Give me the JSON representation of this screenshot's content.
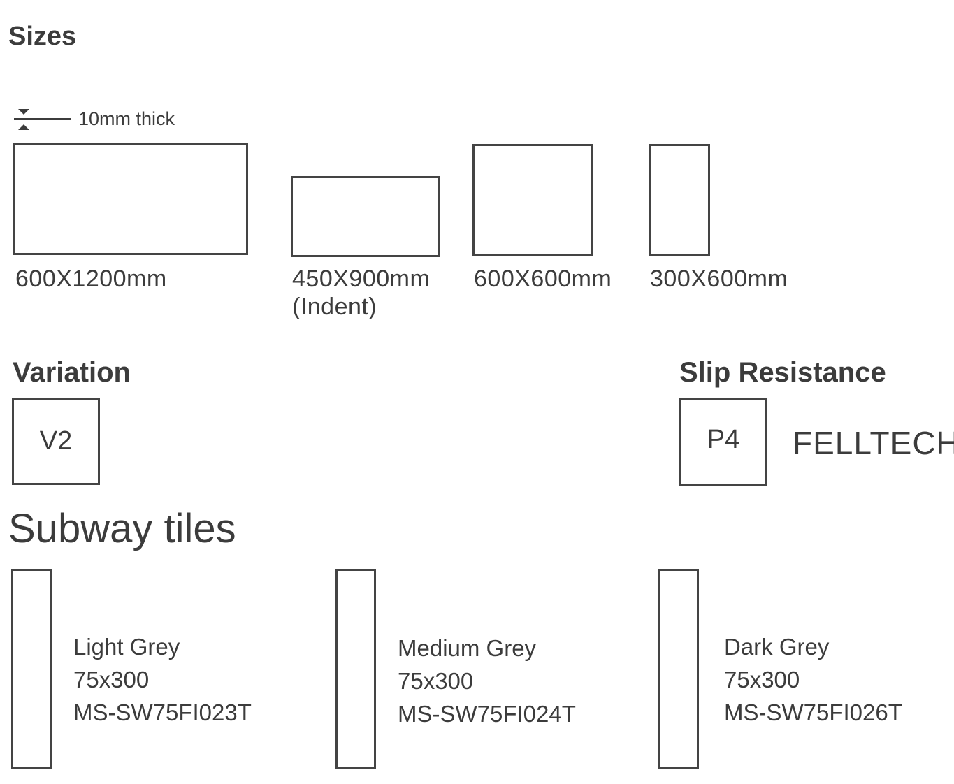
{
  "sizes": {
    "title": "Sizes",
    "thickness": "10mm thick",
    "items": [
      {
        "label": "600X1200mm"
      },
      {
        "label": "450X900mm",
        "note": "(Indent)"
      },
      {
        "label": "600X600mm"
      },
      {
        "label": "300X600mm"
      }
    ]
  },
  "variation": {
    "title": "Variation",
    "value": "V2"
  },
  "slip": {
    "title": "Slip Resistance",
    "value": "P4",
    "brand": "FELLTECH"
  },
  "subway": {
    "title": "Subway tiles",
    "items": [
      {
        "color": "Light Grey",
        "size": "75x300",
        "code": "MS-SW75FI023T"
      },
      {
        "color": "Medium Grey",
        "size": "75x300",
        "code": "MS-SW75FI024T"
      },
      {
        "color": "Dark Grey",
        "size": "75x300",
        "code": "MS-SW75FI026T"
      }
    ]
  }
}
